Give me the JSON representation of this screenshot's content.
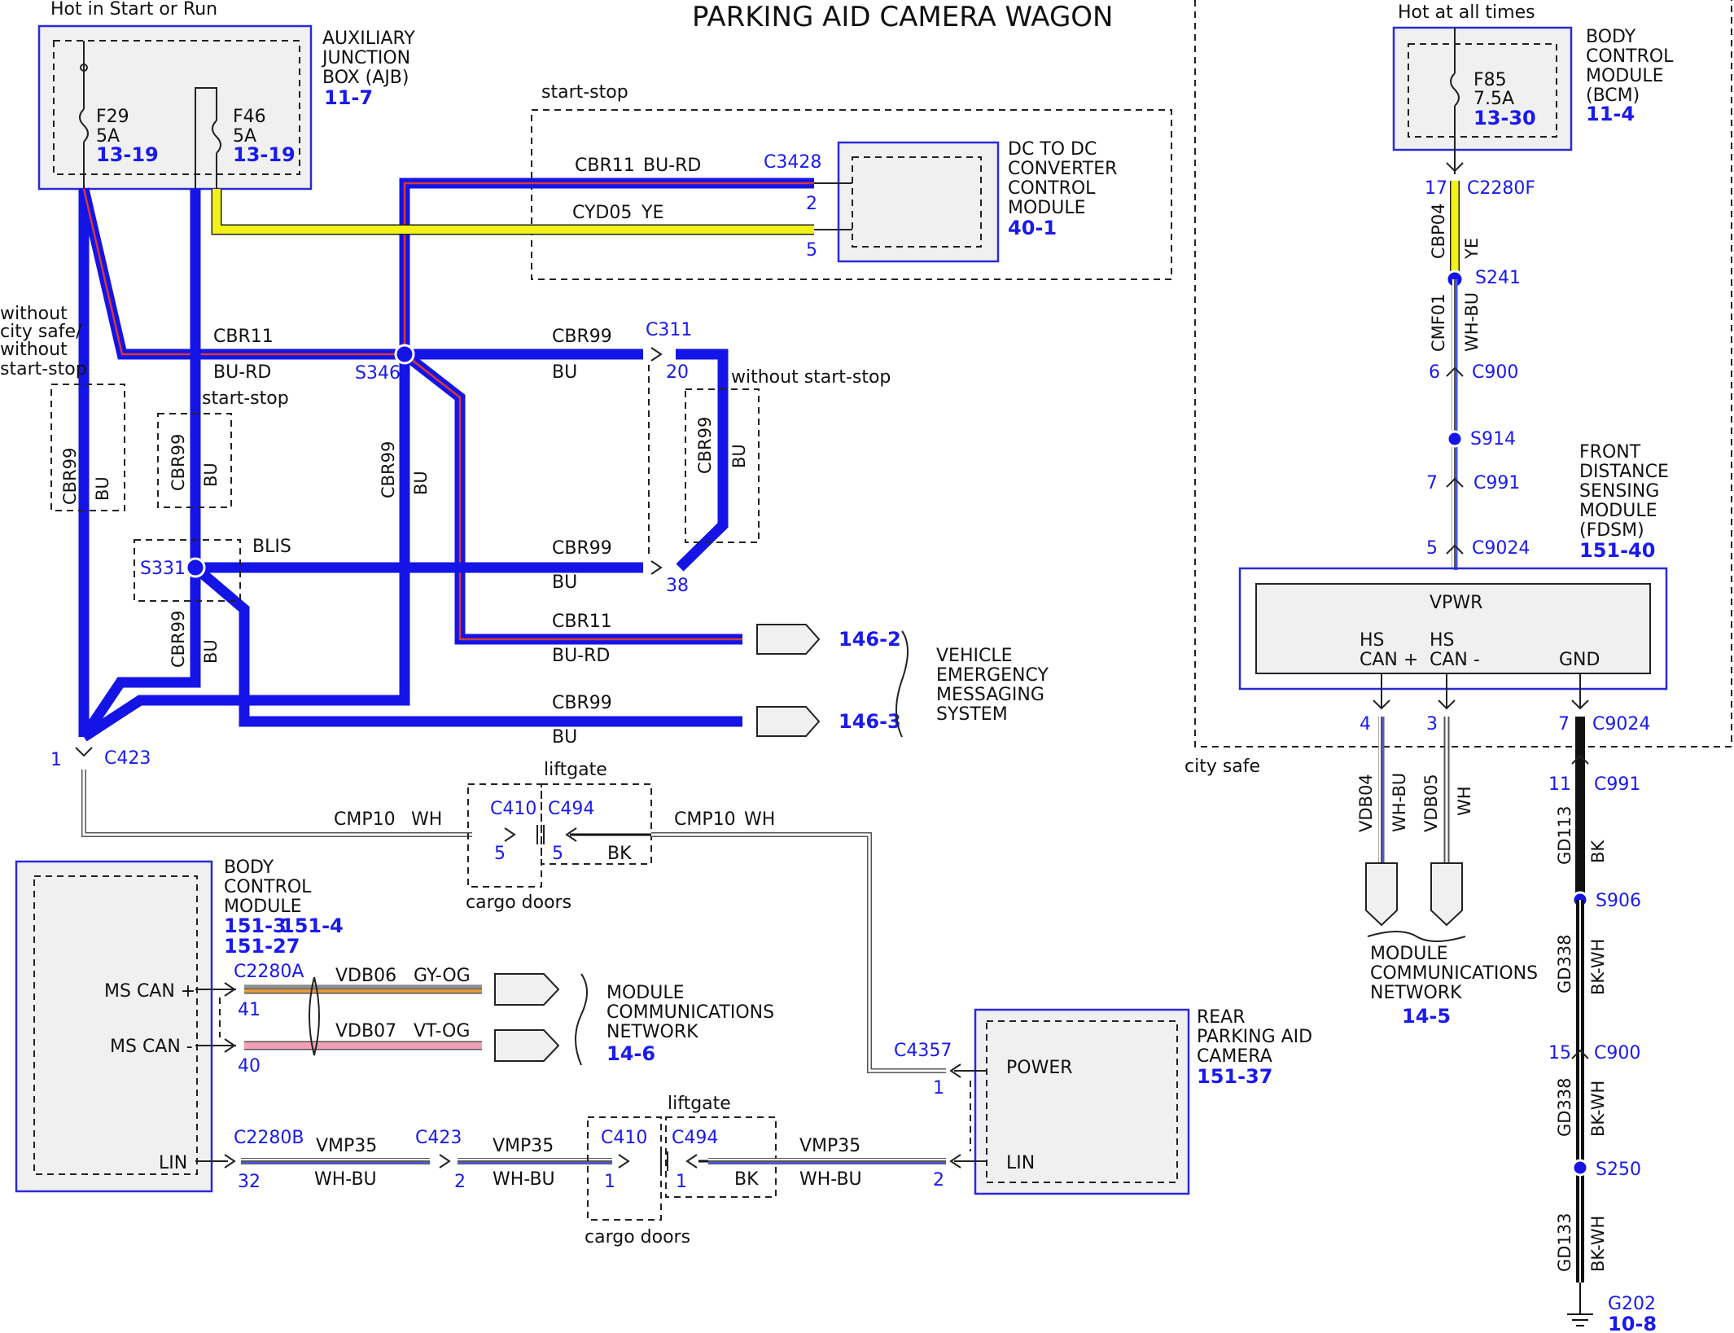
{
  "title": "PARKING AID CAMERA WAGON",
  "labels": {
    "hot_start_run": "Hot in Start or Run",
    "hot_all_times": "Hot at all times",
    "start_stop_top": "start-stop",
    "without_city_1": "without",
    "without_city_2": "city safe/",
    "without_city_3": "without",
    "without_city_4": "start-stop",
    "start_stop_mid": "start-stop",
    "without_start_stop": "without start-stop",
    "liftgate_1": "liftgate",
    "cargo_doors_1": "cargo doors",
    "liftgate_2": "liftgate",
    "cargo_doors_2": "cargo doors",
    "city_safe": "city safe"
  },
  "modules": {
    "ajb": {
      "line1": "AUXILIARY",
      "line2": "JUNCTION",
      "line3": "BOX (AJB)",
      "ref": "11-7"
    },
    "dcdc": {
      "line1": "DC TO DC",
      "line2": "CONVERTER",
      "line3": "CONTROL",
      "line4": "MODULE",
      "ref": "40-1"
    },
    "bcm_top": {
      "line1": "BODY",
      "line2": "CONTROL",
      "line3": "MODULE",
      "line4": "(BCM)",
      "ref": "11-4"
    },
    "fdsm": {
      "line1": "FRONT",
      "line2": "DISTANCE",
      "line3": "SENSING",
      "line4": "MODULE",
      "line5": "(FDSM)",
      "ref": "151-40",
      "vpwr": "VPWR",
      "hs_pos_1": "HS",
      "hs_pos_2": "CAN +",
      "hs_neg_1": "HS",
      "hs_neg_2": "CAN -",
      "gnd": "GND"
    },
    "bcm_left": {
      "line1": "BODY",
      "line2": "CONTROL",
      "line3": "MODULE",
      "ref1": "151-3",
      "ref2": "151-4",
      "ref3": "151-27",
      "ms_can_pos": "MS CAN +",
      "ms_can_neg": "MS CAN -",
      "lin": "LIN"
    },
    "camera": {
      "line1": "REAR",
      "line2": "PARKING AID",
      "line3": "CAMERA",
      "ref": "151-37",
      "power": "POWER",
      "lin": "LIN"
    },
    "vems": {
      "line1": "VEHICLE",
      "line2": "EMERGENCY",
      "line3": "MESSAGING",
      "line4": "SYSTEM",
      "ref_a": "146-2",
      "ref_b": "146-3"
    },
    "mcn_left": {
      "line1": "MODULE",
      "line2": "COMMUNICATIONS",
      "line3": "NETWORK",
      "ref": "14-6"
    },
    "mcn_right": {
      "line1": "MODULE",
      "line2": "COMMUNICATIONS",
      "line3": "NETWORK",
      "ref": "14-5"
    }
  },
  "fuses": {
    "f29": {
      "name": "F29",
      "rating": "5A",
      "ref": "13-19"
    },
    "f46": {
      "name": "F46",
      "rating": "5A",
      "ref": "13-19"
    },
    "f85": {
      "name": "F85",
      "rating": "7.5A",
      "ref": "13-30"
    }
  },
  "circuits": {
    "cbr11_top": {
      "id": "CBR11",
      "color": "BU-RD"
    },
    "cyd05": {
      "id": "CYD05",
      "color": "YE"
    },
    "cbr11_left": {
      "id": "CBR11",
      "color": "BU-RD"
    },
    "cbr99_right": {
      "id": "CBR99",
      "color": "BU"
    },
    "cbr99_a": {
      "id": "CBR99",
      "color": "BU"
    },
    "cbr99_b": {
      "id": "CBR99",
      "color": "BU"
    },
    "cbr99_c": {
      "id": "CBR99",
      "color": "BU"
    },
    "cbr99_d": {
      "id": "CBR99",
      "color": "BU"
    },
    "cbr99_e": {
      "id": "CBR99",
      "color": "BU"
    },
    "cbr99_blis": {
      "id": "CBR99",
      "color": "BU",
      "blis": "BLIS"
    },
    "cbr11_vems": {
      "id": "CBR11",
      "color": "BU-RD"
    },
    "cbr99_vems": {
      "id": "CBR99",
      "color": "BU"
    },
    "cmp10_a": {
      "id": "CMP10",
      "color": "WH"
    },
    "cmp10_b": {
      "id": "CMP10",
      "color": "WH"
    },
    "bk_liftgate_1": {
      "color": "BK"
    },
    "vdb06": {
      "id": "VDB06",
      "color": "GY-OG"
    },
    "vdb07": {
      "id": "VDB07",
      "color": "VT-OG"
    },
    "vmp35_a": {
      "id": "VMP35",
      "color": "WH-BU"
    },
    "vmp35_b": {
      "id": "VMP35",
      "color": "WH-BU"
    },
    "vmp35_c": {
      "id": "VMP35",
      "color": "WH-BU"
    },
    "bk_liftgate_2": {
      "color": "BK"
    },
    "cbp04": {
      "id": "CBP04",
      "color": "YE"
    },
    "cmf01": {
      "id": "CMF01",
      "color": "WH-BU"
    },
    "vdb04": {
      "id": "VDB04",
      "color": "WH-BU"
    },
    "vdb05": {
      "id": "VDB05",
      "color": "WH"
    },
    "gd113": {
      "id": "GD113",
      "color": "BK"
    },
    "gd338_a": {
      "id": "GD338",
      "color": "BK-WH"
    },
    "gd338_b": {
      "id": "GD338",
      "color": "BK-WH"
    },
    "gd133": {
      "id": "GD133",
      "color": "BK-WH"
    }
  },
  "connectors": {
    "c3428": {
      "id": "C3428",
      "pin_a": "2",
      "pin_b": "5"
    },
    "c311": {
      "id": "C311",
      "pin_a": "20",
      "pin_b": "38"
    },
    "c423_top": {
      "id": "C423",
      "pin": "1"
    },
    "c410_top": {
      "id": "C410",
      "pin": "5"
    },
    "c494_top": {
      "id": "C494",
      "pin": "5"
    },
    "c4357": {
      "id": "C4357",
      "pin_a": "1",
      "pin_b": "2"
    },
    "c2280a": {
      "id": "C2280A",
      "pin_a": "41",
      "pin_b": "40"
    },
    "c2280b": {
      "id": "C2280B",
      "pin": "32"
    },
    "c423_bot": {
      "id": "C423",
      "pin": "2"
    },
    "c410_bot": {
      "id": "C410",
      "pin": "1"
    },
    "c494_bot": {
      "id": "C494",
      "pin": "1"
    },
    "c2280f": {
      "id": "C2280F",
      "pin": "17"
    },
    "c900_top": {
      "id": "C900",
      "pin": "6"
    },
    "c991_top": {
      "id": "C991",
      "pin": "7"
    },
    "c9024_top": {
      "id": "C9024",
      "pin": "5"
    },
    "c9024_bot": {
      "id": "C9024",
      "pin_a": "4",
      "pin_b": "3",
      "pin_c": "7"
    },
    "c991_bot": {
      "id": "C991",
      "pin": "11"
    },
    "c900_bot": {
      "id": "C900",
      "pin": "15"
    }
  },
  "splices": {
    "s346": "S346",
    "s331": "S331",
    "s241": "S241",
    "s914": "S914",
    "s906": "S906",
    "s250": "S250"
  },
  "ground": {
    "id": "G202",
    "ref": "10-8"
  }
}
